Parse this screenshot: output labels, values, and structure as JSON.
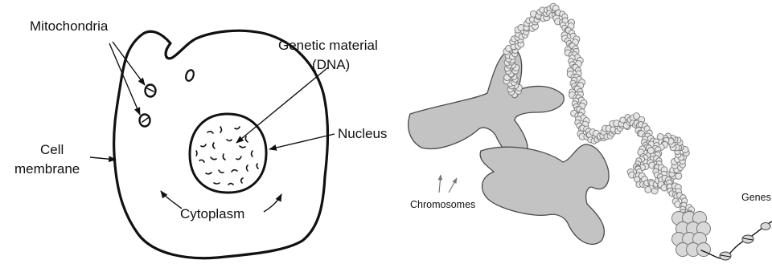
{
  "cell_diagram": {
    "labels": {
      "mitochondria": "Mitochondria",
      "genetic_material_line1": "Genetic material",
      "genetic_material_line2": "(DNA)",
      "nucleus": "Nucleus",
      "cell_membrane_line1": "Cell",
      "cell_membrane_line2": "membrane",
      "cytoplasm": "Cytoplasm"
    }
  },
  "chromosome_diagram": {
    "labels": {
      "chromosomes": "Chromosomes",
      "genes": "Genes"
    }
  },
  "colors": {
    "ink": "#111111",
    "chromosome_fill": "#c3c3c3",
    "chromatin_bead": "#e6e6e6"
  }
}
